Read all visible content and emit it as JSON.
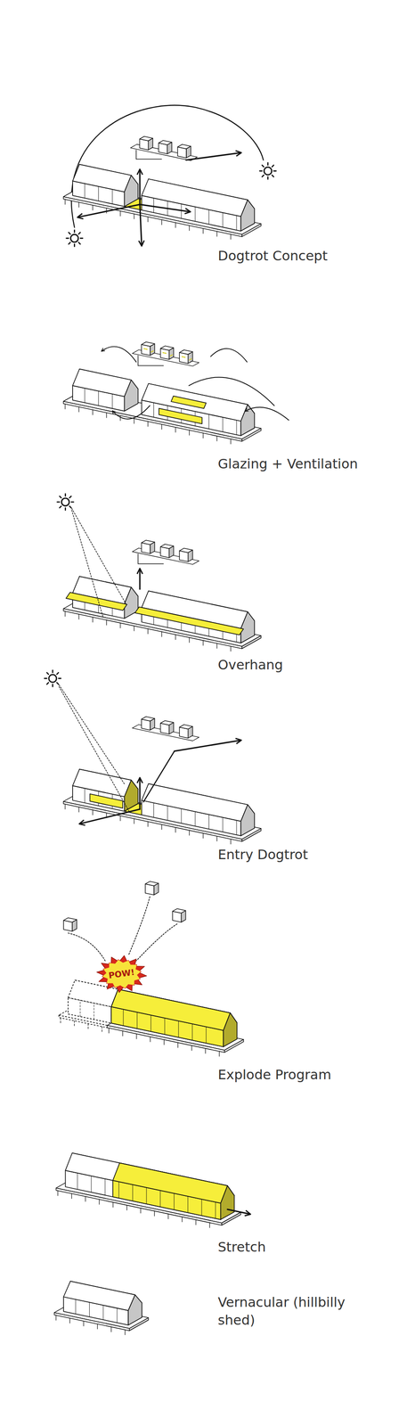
{
  "diagram": {
    "labels": [
      "Dogtrot Concept",
      "Glazing + Ventilation",
      "Overhang",
      "Entry Dogtrot",
      "POW!",
      "Explode Program",
      "Stretch",
      "Vernacular (hillbilly shed)"
    ]
  }
}
